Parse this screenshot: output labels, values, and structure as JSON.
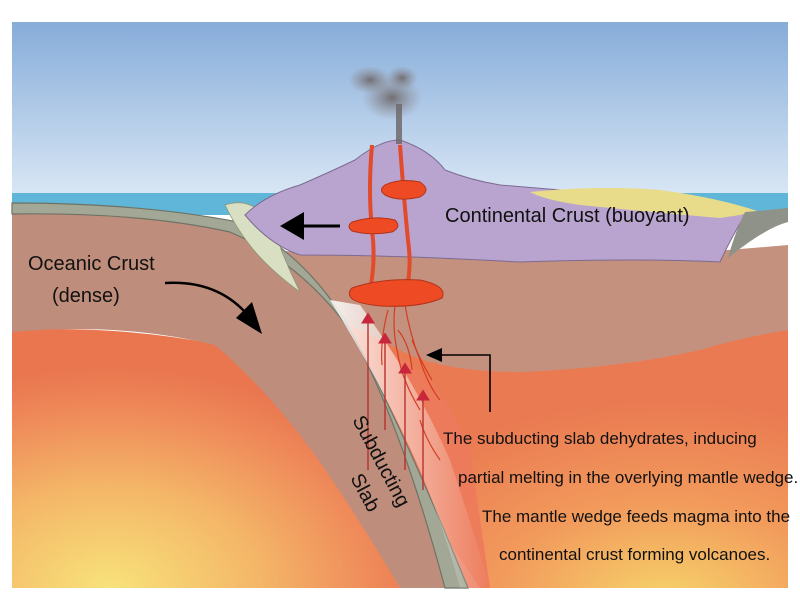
{
  "labels": {
    "continental_crust": "Continental Crust (buoyant)",
    "oceanic_crust_line1": "Oceanic Crust",
    "oceanic_crust_line2": "(dense)",
    "subducting_slab_line1": "Subducting",
    "subducting_slab_line2": "Slab",
    "caption": [
      "The subducting slab dehydrates, inducing",
      "partial melting in the overlying mantle wedge.",
      "The mantle wedge feeds magma into the",
      "continental crust forming volcanoes."
    ]
  },
  "colors": {
    "sky_top": "#8fb3dd",
    "sky_bottom": "#d9e7f5",
    "ocean": "#5fb6d8",
    "continental_crust": "#b9a4cf",
    "oceanic_plate": "#bf8d7b",
    "slab": "#9fa597",
    "mantle_hot": "#ef7d55",
    "mantle_core": "#f6d86a",
    "magma": "#ee4a24",
    "arrow_red": "#c8263a",
    "text": "#111111"
  }
}
